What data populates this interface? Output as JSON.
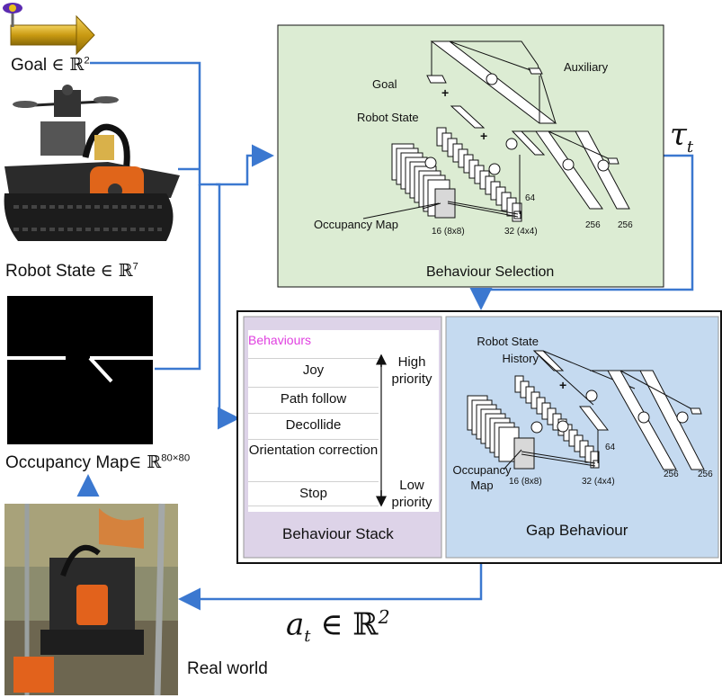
{
  "inputs": {
    "goal_label": "Goal",
    "goal_space": "∈ ℝ",
    "goal_dim": "2",
    "robot_state_label": "Robot State",
    "robot_state_space": "∈ ℝ",
    "robot_state_dim": "7",
    "occupancy_label": "Occupancy Map",
    "occupancy_space": "∈ ℝ",
    "occupancy_dim": "80×80",
    "real_world_label": "Real world"
  },
  "tau": {
    "symbol": "τ",
    "subscript": "t"
  },
  "action": {
    "symbol": "a",
    "subscript": "t",
    "space": "∈ ℝ",
    "dim": "2"
  },
  "behaviour_selection": {
    "title": "Behaviour Selection",
    "goal_label": "Goal",
    "robot_state_label": "Robot State",
    "auxiliary_label": "Auxiliary",
    "occupancy_label": "Occupancy Map",
    "conv1": "16 (8x8)",
    "conv2": "32 (4x4)",
    "dim64": "64",
    "fc1": "256",
    "fc2": "256",
    "plus": "+"
  },
  "behaviour_stack": {
    "header": "Behaviours",
    "items": [
      "Joy",
      "Path follow",
      "Decollide",
      "Orientation correction",
      "Stop"
    ],
    "high_priority": "High priority",
    "low_priority": "Low priority",
    "title": "Behaviour Stack"
  },
  "gap_behaviour": {
    "title": "Gap Behaviour",
    "robot_state_history": "Robot State History",
    "occupancy_label": "Occupancy Map",
    "conv1": "16 (8x8)",
    "conv2": "32 (4x4)",
    "dim64": "64",
    "fc1": "256",
    "fc2": "256",
    "plus": "+"
  },
  "colors": {
    "arrow_blue": "#3b78d0",
    "selection_bg": "#dcecd3",
    "stack_bg": "#ddd3e8",
    "gap_bg": "#c5daf0",
    "behaviours_header": "#e040e0",
    "goal_arrow": "#d4a017"
  }
}
